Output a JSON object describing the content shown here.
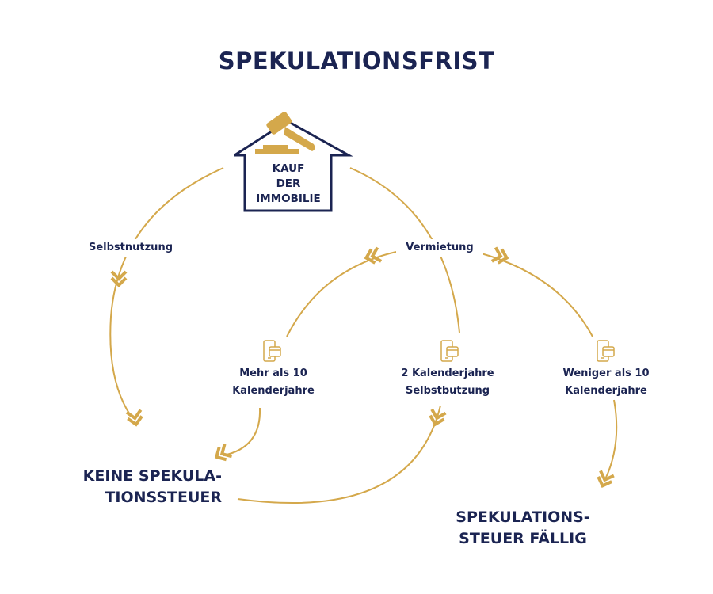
{
  "title": "SPEKULATIONSFRIST",
  "start": "KAUF\nDER\nIMMOBILIE",
  "branches": {
    "left": "Selbstnutzung",
    "right": "Vermietung"
  },
  "conditions": [
    "Mehr als 10\nKalenderjahre",
    "2 Kalenderjahre\nSelbstbutzung",
    "Weniger als 10\nKalenderjahre"
  ],
  "outcomes": {
    "no_tax": "KEINE SPEKULA-\nTIONSSTEUER",
    "tax_due": "SPEKULATIONS-\nSTEUER FÄLLIG"
  },
  "colors": {
    "navy": "#1b2452",
    "gold": "#d4a84b"
  }
}
